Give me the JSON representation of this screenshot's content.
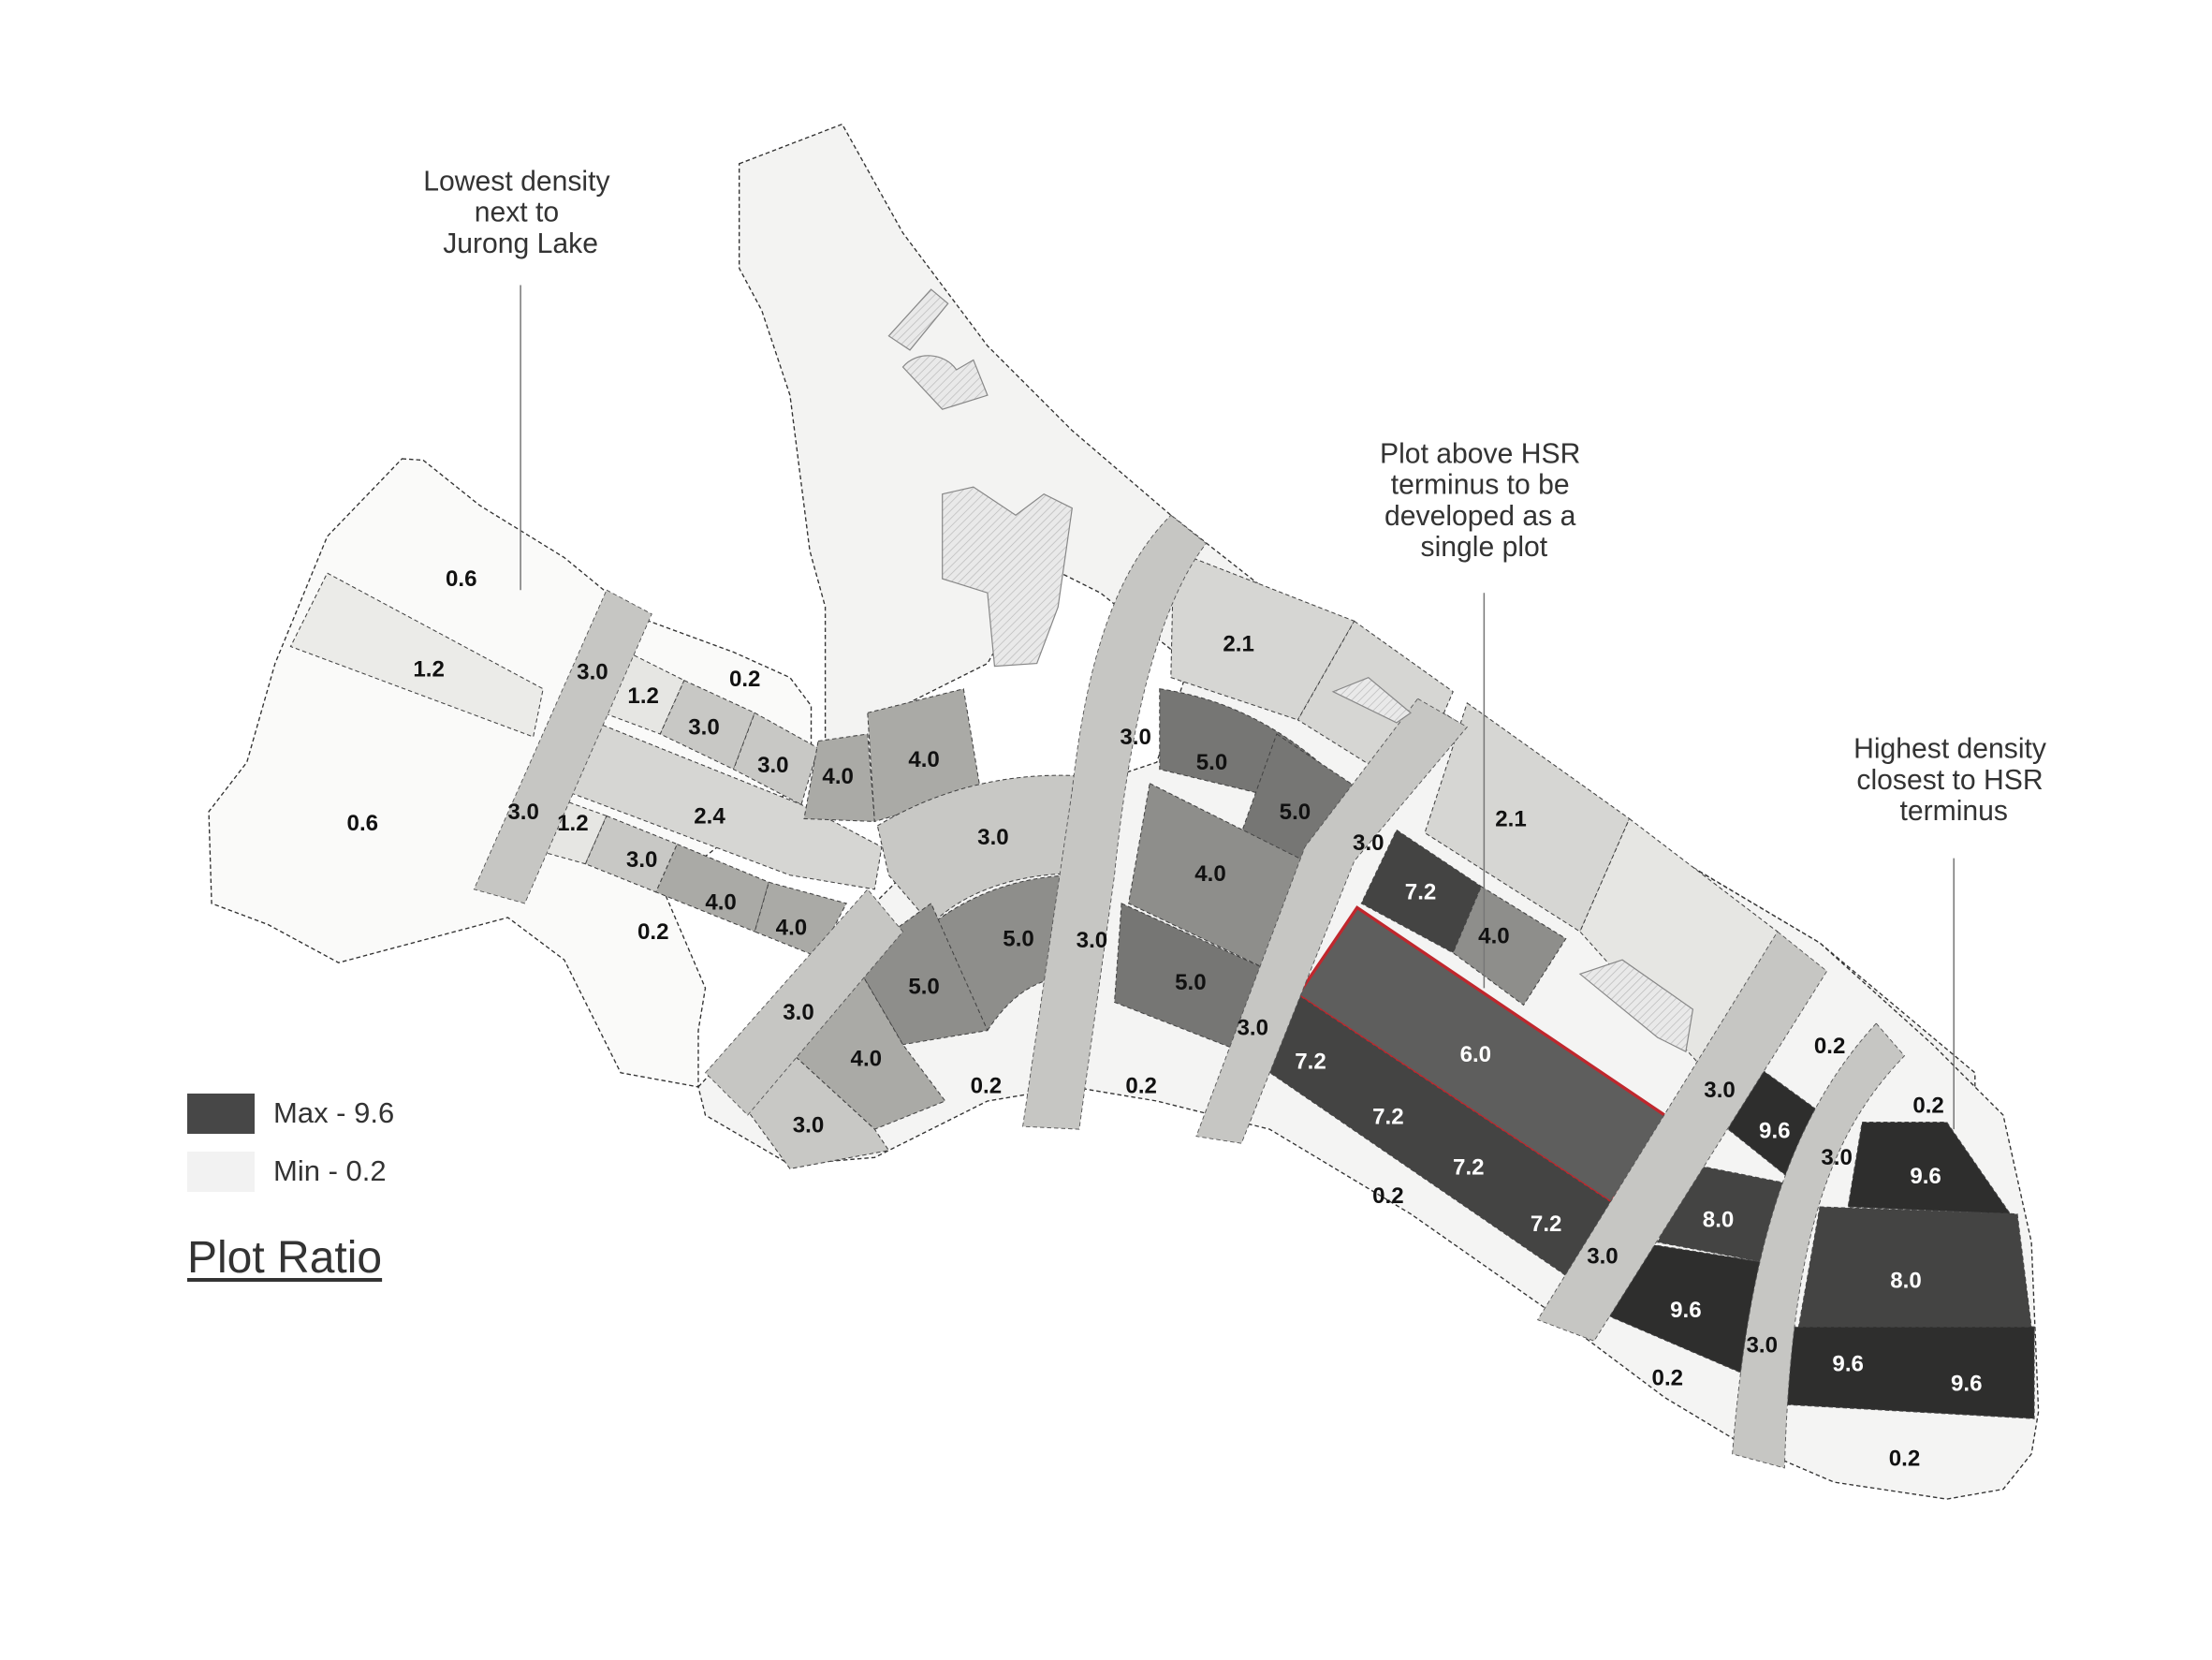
{
  "figure": {
    "title": "Plot Ratio",
    "legend": [
      {
        "label": "Max - 9.6",
        "color": "#474747"
      },
      {
        "label": "Min - 0.2",
        "color": "#f2f2f2"
      }
    ],
    "annotations": {
      "lowest": [
        "Lowest density",
        "next to",
        "Jurong Lake"
      ],
      "hsr_plot": [
        "Plot above HSR",
        "terminus to be",
        "developed as a",
        "single plot"
      ],
      "highest": [
        "Highest density",
        "closest to HSR",
        "terminus"
      ]
    },
    "highlight_color": "#c0272d",
    "plot_labels": {
      "west_top_06": "0.6",
      "west_row_12": "1.2",
      "west_bottom_06": "0.6",
      "road_w1_upper": "3.0",
      "road_w1_lower": "3.0",
      "p12_upper": "1.2",
      "p02_north": "0.2",
      "p30_a": "3.0",
      "p30_b": "3.0",
      "p40_a": "4.0",
      "p40_b": "4.0",
      "p12_lower": "1.2",
      "p24": "2.4",
      "p30_c": "3.0",
      "p40_c": "4.0",
      "p40_d": "4.0",
      "p02_west": "0.2",
      "p30_curve": "3.0",
      "p50_curve": "5.0",
      "road_c1": "3.0",
      "road_sw": "3.0",
      "p50_sw": "5.0",
      "p40_sw": "4.0",
      "p30_sw": "3.0",
      "p02_s1": "0.2",
      "p02_s2": "0.2",
      "road_c2_upper": "3.0",
      "p21_a": "2.1",
      "p50_a": "5.0",
      "p50_b": "5.0",
      "p40_e": "4.0",
      "p50_c": "5.0",
      "road_c3_upper": "3.0",
      "road_c3_lower": "3.0",
      "p72_top": "7.2",
      "p40_f": "4.0",
      "p21_b": "2.1",
      "p60_hsr": "6.0",
      "p72_a": "7.2",
      "p72_b": "7.2",
      "p72_c": "7.2",
      "p72_d": "7.2",
      "p02_s3": "0.2",
      "road_e1_upper": "3.0",
      "road_e1_lower": "3.0",
      "p96_a": "9.6",
      "p80_a": "8.0",
      "p96_b": "9.6",
      "p02_s4": "0.2",
      "p02_e1": "0.2",
      "road_e2_upper": "3.0",
      "road_e2_lower": "3.0",
      "p02_e2": "0.2",
      "p96_c": "9.6",
      "p80_b": "8.0",
      "p96_d": "9.6",
      "p96_e": "9.6",
      "p02_e3": "0.2"
    }
  },
  "chart_data": {
    "type": "heatmap",
    "title": "Plot Ratio",
    "legend": {
      "max": 9.6,
      "min": 0.2
    },
    "values_present": [
      0.2,
      0.6,
      1.2,
      2.1,
      2.4,
      3.0,
      4.0,
      5.0,
      6.0,
      7.2,
      8.0,
      9.6
    ],
    "annotations": [
      "Lowest density next to Jurong Lake",
      "Plot above HSR terminus to be developed as a single plot",
      "Highest density closest to HSR terminus"
    ]
  }
}
